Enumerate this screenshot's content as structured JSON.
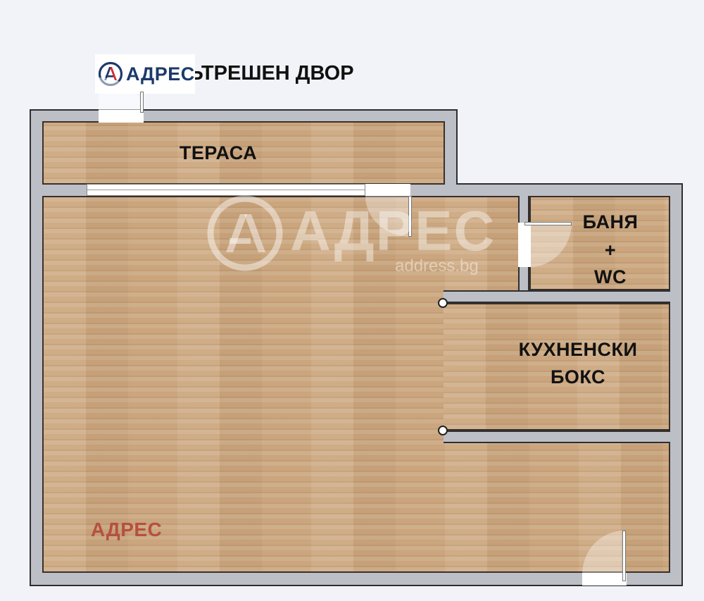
{
  "logo": {
    "brand_text": "АДРЕС",
    "brand_color": "#1c3a6b",
    "accent_color": "#d7282f",
    "icon": "adres-logo-icon"
  },
  "top_heading": "ЬТРЕШЕН ДВОР",
  "rooms": {
    "terrace": "ТЕРАСА",
    "bathroom_line1": "БАНЯ",
    "bathroom_line2": "+",
    "bathroom_line3": "WC",
    "kitchen_line1": "КУХНЕНСКИ",
    "kitchen_line2": "БОКС"
  },
  "watermark": {
    "text": "АДРЕС",
    "url": "address.bg"
  },
  "bottom_mark": {
    "text": "АДРЕС",
    "color": "#b5503f"
  },
  "colors": {
    "wall": "#bcbfc6",
    "wall_outline": "#2e2e30",
    "floor": "#caa57d",
    "background": "#f1f3f8"
  }
}
